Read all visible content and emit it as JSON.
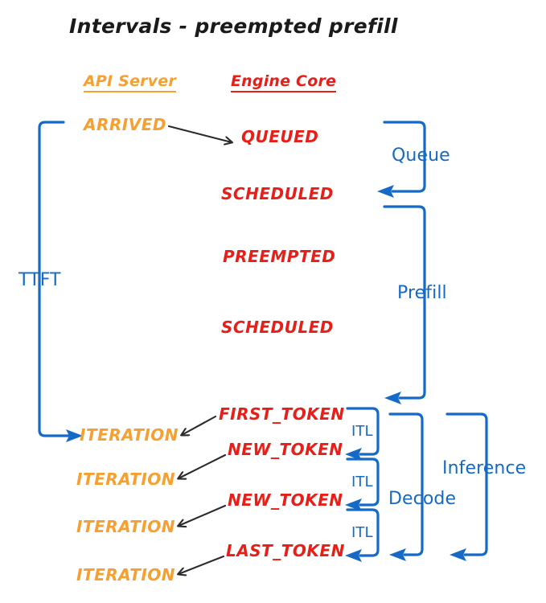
{
  "title": "Intervals - preempted prefill",
  "colors": {
    "api_server": "#F5A030",
    "engine_core": "#E81E18",
    "interval": "#1569C7",
    "arrow": "#2b2b2b",
    "background": "#ffffff"
  },
  "columns": {
    "api_server": "API Server",
    "engine_core": "Engine Core"
  },
  "api_events": [
    {
      "label": "ARRIVED"
    },
    {
      "label": "ITERATION"
    },
    {
      "label": "ITERATION"
    },
    {
      "label": "ITERATION"
    },
    {
      "label": "ITERATION"
    }
  ],
  "engine_events": [
    {
      "label": "QUEUED"
    },
    {
      "label": "SCHEDULED"
    },
    {
      "label": "PREEMPTED"
    },
    {
      "label": "SCHEDULED"
    },
    {
      "label": "FIRST_TOKEN"
    },
    {
      "label": "NEW_TOKEN"
    },
    {
      "label": "NEW_TOKEN"
    },
    {
      "label": "LAST_TOKEN"
    }
  ],
  "intervals": {
    "ttft": "TTFT",
    "queue": "Queue",
    "prefill": "Prefill",
    "decode": "Decode",
    "inference": "Inference",
    "itl": [
      "ITL",
      "ITL",
      "ITL"
    ]
  }
}
